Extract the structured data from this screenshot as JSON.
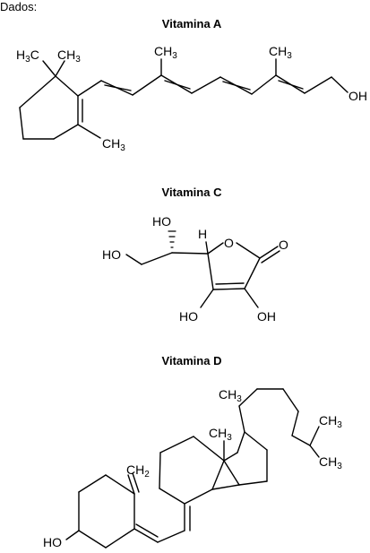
{
  "intro": "Dados:",
  "molecules": [
    {
      "title": "Vitamina A",
      "labels": {
        "h3c_left": "H",
        "ch3_top_left": "CH",
        "ch3_mid": "CH",
        "ch3_right": "CH",
        "ch3_ring": "CH",
        "oh": "OH",
        "sub3": "3"
      }
    },
    {
      "title": "Vitamina C",
      "labels": {
        "ho_top": "HO",
        "h": "H",
        "o_ring": "O",
        "o_carbonyl": "O",
        "ho_left": "HO",
        "ho_bottom_left": "HO",
        "oh_bottom_right": "OH"
      }
    },
    {
      "title": "Vitamina D",
      "labels": {
        "ch3_chain": "CH",
        "ch3_ring": "CH",
        "ch3_iso_top": "CH",
        "ch3_iso_bottom": "CH",
        "ch2": "CH",
        "ho": "HO",
        "sub3": "3",
        "sub2": "2"
      }
    }
  ]
}
